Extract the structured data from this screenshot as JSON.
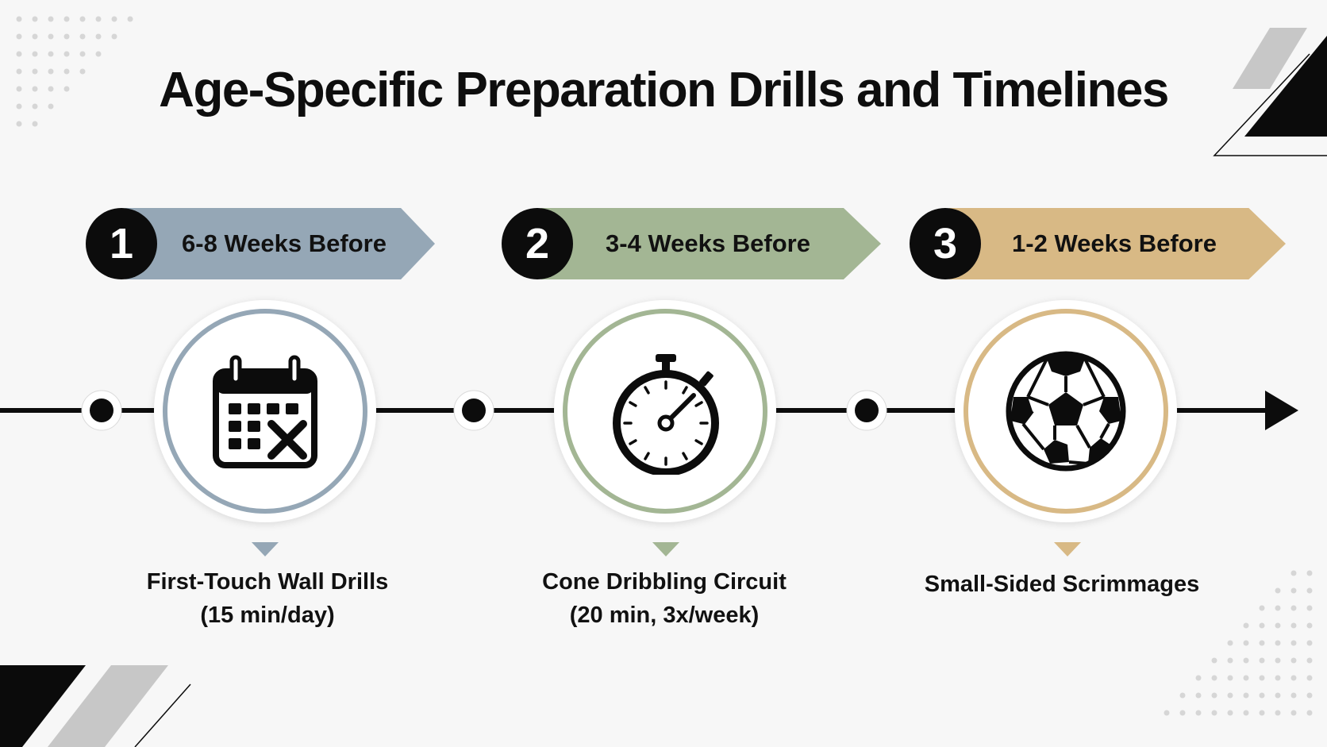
{
  "title": "Age-Specific Preparation Drills and Timelines",
  "colors": {
    "background": "#f7f7f7",
    "timeline": "#0c0c0c",
    "step1": "#95a7b6",
    "step2": "#a3b694",
    "step3": "#d8b985"
  },
  "steps": [
    {
      "number": "1",
      "timeframe": "6-8 Weeks Before",
      "icon": "calendar-icon",
      "drill": "First-Touch Wall Drills",
      "detail": "(15 min/day)"
    },
    {
      "number": "2",
      "timeframe": "3-4 Weeks Before",
      "icon": "stopwatch-icon",
      "drill": "Cone Dribbling Circuit",
      "detail": "(20 min, 3x/week)"
    },
    {
      "number": "3",
      "timeframe": "1-2 Weeks Before",
      "icon": "soccer-ball-icon",
      "drill": "Small-Sided Scrimmages",
      "detail": ""
    }
  ]
}
